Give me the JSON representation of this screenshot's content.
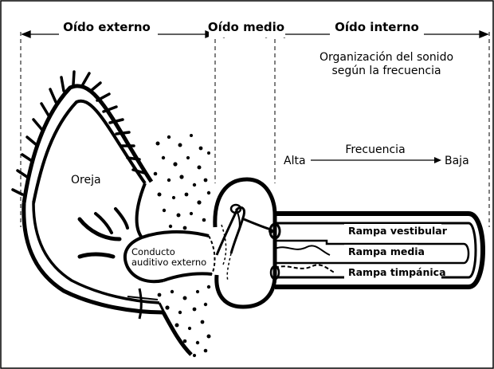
{
  "sections": {
    "outer": "Oído externo",
    "middle": "Oído medio",
    "inner": "Oído interno"
  },
  "organization": {
    "line1": "Organización del sonido",
    "line2": "según la frecuencia"
  },
  "frequency": {
    "label": "Frecuencia",
    "high": "Alta",
    "low": "Baja"
  },
  "parts": {
    "pinna": "Oreja",
    "canal_line1": "Conducto",
    "canal_line2": "auditivo externo",
    "scala_vestibuli": "Rampa vestibular",
    "scala_media": "Rampa media",
    "scala_tympani": "Rampa timpánica"
  },
  "colors": {
    "ink": "#000000",
    "background": "#ffffff"
  }
}
